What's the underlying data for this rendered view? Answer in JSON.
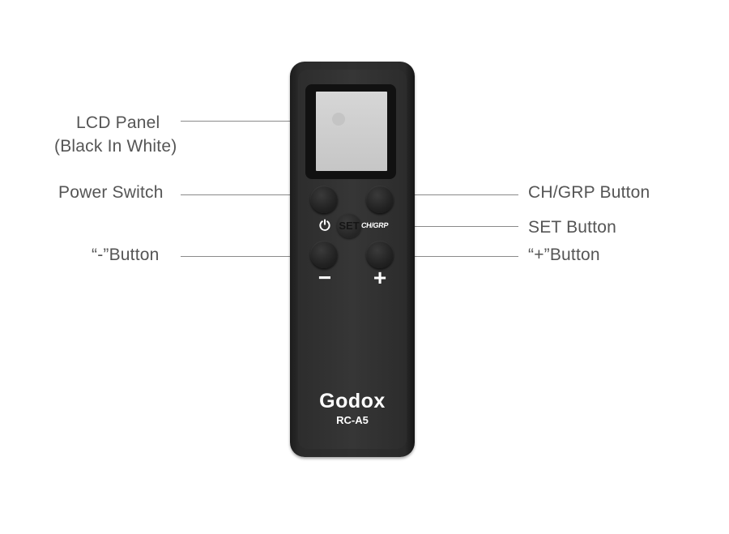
{
  "labels": {
    "lcd_panel": "LCD Panel",
    "lcd_panel_note": "(Black In White)",
    "power_switch": "Power Switch",
    "minus_button": "“-”Button",
    "ch_grp_button": "CH/GRP Button",
    "set_button": "SET Button",
    "plus_button": "“+”Button"
  },
  "device": {
    "brand": "Godox",
    "model": "RC-A5",
    "set_label": "SET",
    "ch_grp_label": "CH/GRP",
    "power_glyph": "⏻",
    "minus_glyph": "−",
    "plus_glyph": "+"
  },
  "colors": {
    "label_text": "#555555",
    "leader_line": "#8a8a8a",
    "remote_body": "#2f2f2f",
    "lcd_screen": "#cfcfcf"
  }
}
